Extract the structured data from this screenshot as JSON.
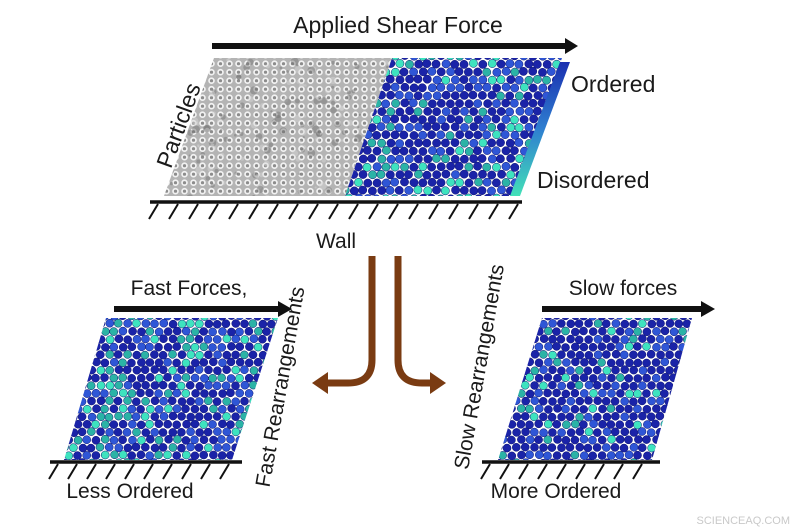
{
  "diagram": {
    "top": {
      "force_label": "Applied Shear Force",
      "particles_label": "Particles",
      "wall_label": "Wall",
      "scale": {
        "top_label": "Ordered",
        "bottom_label": "Disordered",
        "color_ordered": "#1a2fb0",
        "color_disordered": "#43e0b8"
      }
    },
    "bottom_left": {
      "force_label": "Fast Forces,",
      "rearrange_label": "Fast Rearrangements",
      "result_label": "Less Ordered"
    },
    "bottom_right": {
      "force_label": "Slow forces",
      "rearrange_label": "Slow Rearrangements",
      "result_label": "More Ordered"
    },
    "colors": {
      "arrow": "#7a3b12",
      "particle_dark": "#1a23a8",
      "particle_mid": "#2f56d6",
      "particle_teal": "#2bb3a6",
      "particle_light": "#3ee3bf",
      "micrograph": "#a8a8a8"
    }
  },
  "watermark": "SCIENCEAQ.COM"
}
